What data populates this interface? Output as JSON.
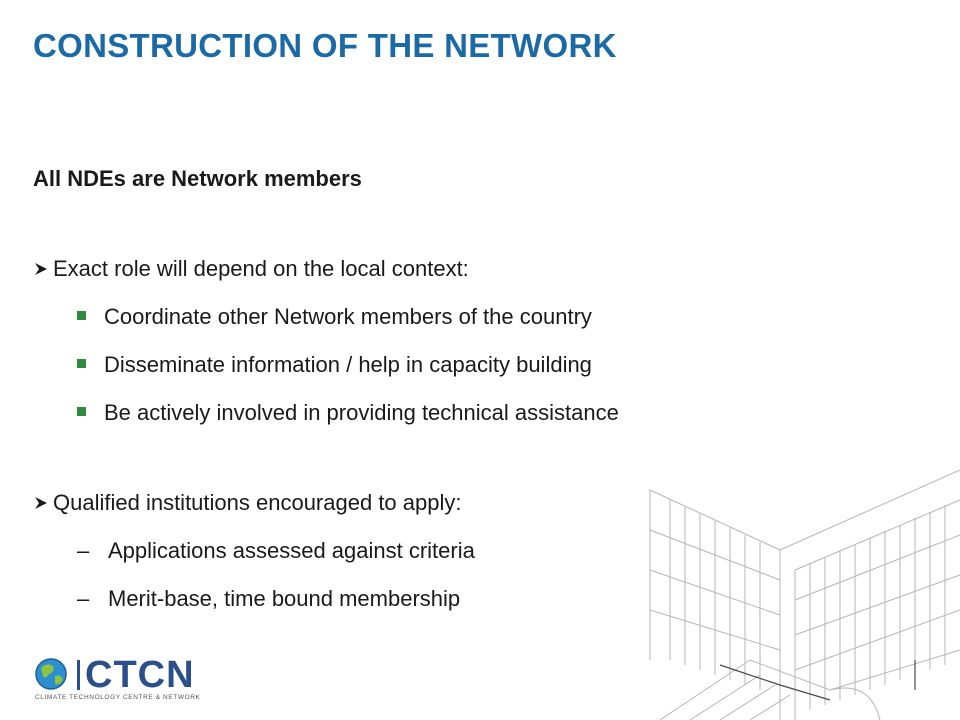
{
  "title": "CONSTRUCTION OF THE NETWORK",
  "lead": "All NDEs are Network members",
  "section1": {
    "heading": "Exact role will depend on the local context:",
    "items": [
      "Coordinate other Network members of the country",
      "Disseminate information / help in capacity building",
      "Be actively involved in providing technical assistance"
    ]
  },
  "section2": {
    "heading": "Qualified institutions encouraged to apply:",
    "items": [
      "Applications assessed against criteria",
      "Merit-base, time bound membership"
    ]
  },
  "logo": {
    "name": "CTCN",
    "subtitle": "CLIMATE TECHNOLOGY CENTRE & NETWORK"
  },
  "colors": {
    "title": "#1b6aa5",
    "bullet": "#2e8b3f",
    "logo": "#2b4f8a"
  }
}
